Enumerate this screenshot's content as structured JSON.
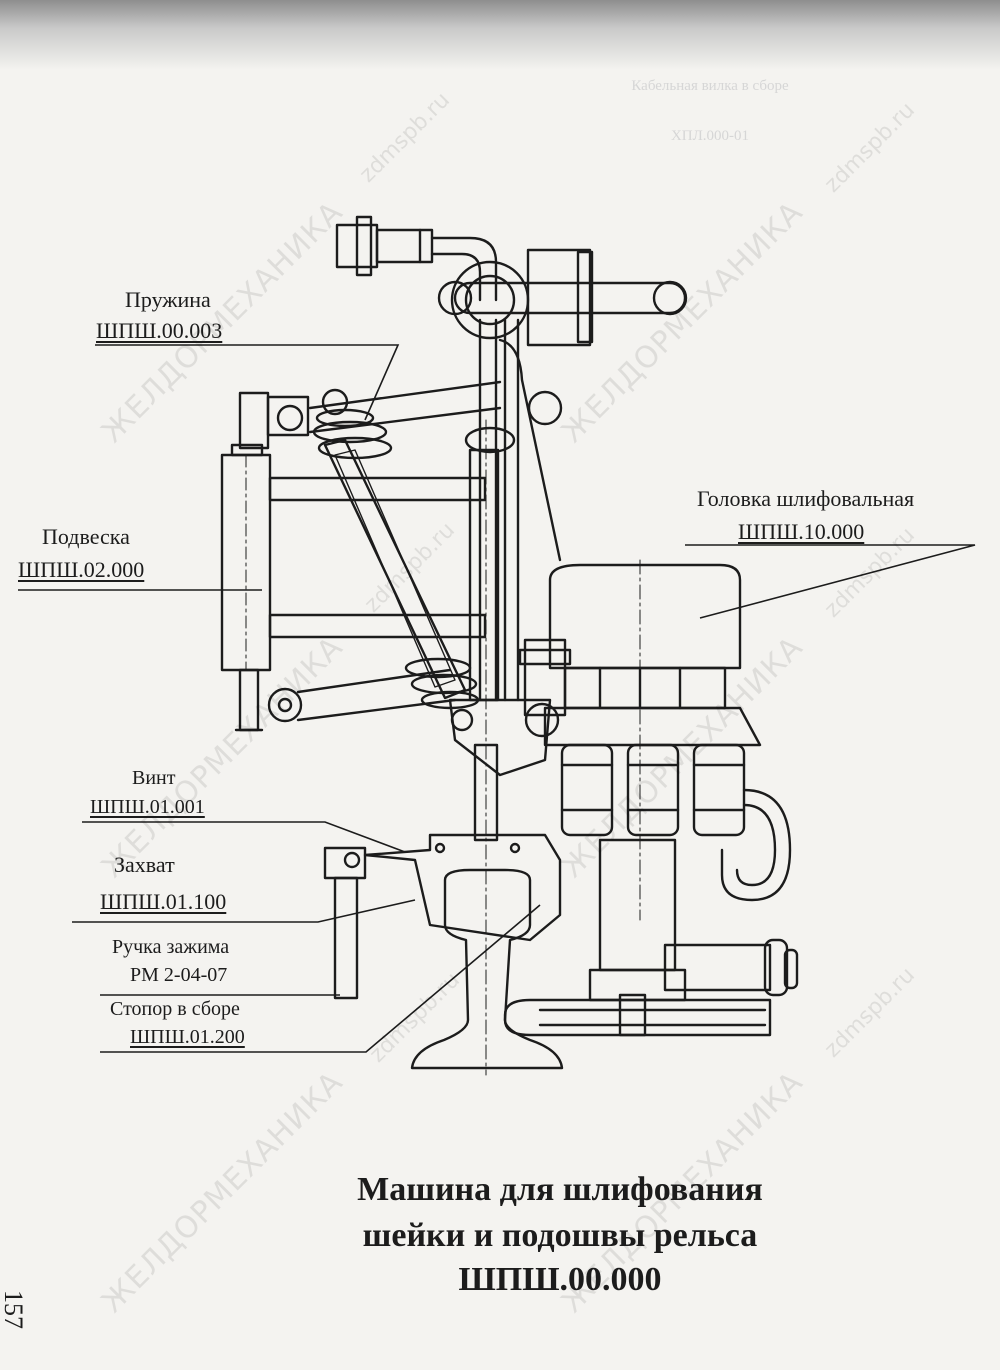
{
  "header_faint": {
    "line1": "Кабельная вилка в сборе",
    "line2": "ХПЛ.000-01"
  },
  "watermarks": {
    "site": "zdmspb.ru",
    "brand": "ЖЕЛДОРМЕХАНИКА"
  },
  "labels": {
    "spring": {
      "name": "Пружина",
      "code": "ШПШ.00.003"
    },
    "suspension": {
      "name": "Подвеска",
      "code": "ШПШ.02.000"
    },
    "grinding_head": {
      "name": "Головка шлифовальная",
      "code": "ШПШ.10.000"
    },
    "screw": {
      "name": "Винт",
      "code": "ШПШ.01.001"
    },
    "grip": {
      "name": "Захват",
      "code": "ШПШ.01.100"
    },
    "clamp_handle": {
      "name": "Ручка зажима",
      "code": "РМ 2-04-07"
    },
    "stopper": {
      "name": "Стопор в сборе",
      "code": "ШПШ.01.200"
    }
  },
  "title": {
    "line1": "Машина для шлифования",
    "line2": "шейки и подошвы рельса",
    "line3": "ШПШ.00.000"
  },
  "page_number": "157",
  "colors": {
    "paper": "#f4f3f0",
    "ink": "#1c1c1c",
    "watermark": "#000000"
  }
}
